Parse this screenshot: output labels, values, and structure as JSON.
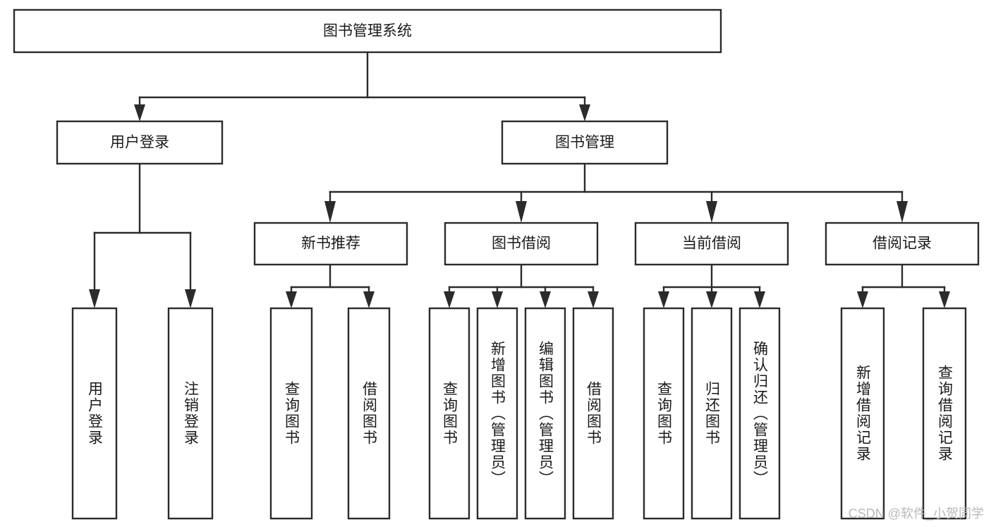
{
  "diagram": {
    "type": "tree-hierarchy-chart",
    "title_node": {
      "label": "图书管理系统"
    },
    "level2": [
      {
        "id": "user-login",
        "label": "用户登录"
      },
      {
        "id": "book-management",
        "label": "图书管理"
      }
    ],
    "level3": [
      {
        "id": "new-book-recommend",
        "label": "新书推荐",
        "parent": "book-management"
      },
      {
        "id": "book-borrow",
        "label": "图书借阅",
        "parent": "book-management"
      },
      {
        "id": "current-borrow",
        "label": "当前借阅",
        "parent": "book-management"
      },
      {
        "id": "borrow-record",
        "label": "借阅记录",
        "parent": "book-management"
      }
    ],
    "leaves": {
      "user-login": [
        {
          "id": "leaf-user-login",
          "label": "用户登录"
        },
        {
          "id": "leaf-user-logout",
          "label": "注销登录"
        }
      ],
      "new-book-recommend": [
        {
          "id": "leaf-query-book-1",
          "label": "查询图书"
        },
        {
          "id": "leaf-borrow-book-1",
          "label": "借阅图书"
        }
      ],
      "book-borrow": [
        {
          "id": "leaf-query-book-2",
          "label": "查询图书"
        },
        {
          "id": "leaf-add-book",
          "label": "新增图书（管理员）"
        },
        {
          "id": "leaf-edit-book",
          "label": "编辑图书（管理员）"
        },
        {
          "id": "leaf-borrow-book-2",
          "label": "借阅图书"
        }
      ],
      "current-borrow": [
        {
          "id": "leaf-query-book-3",
          "label": "查询图书"
        },
        {
          "id": "leaf-return-book",
          "label": "归还图书"
        },
        {
          "id": "leaf-confirm-return",
          "label": "确认归还（管理员）"
        }
      ],
      "borrow-record": [
        {
          "id": "leaf-add-record",
          "label": "新增借阅记录"
        },
        {
          "id": "leaf-query-record",
          "label": "查询借阅记录"
        }
      ]
    },
    "colors": {
      "stroke": "#2b2b2b",
      "fill": "#ffffff",
      "text": "#1a1a1a",
      "watermark": "#b8b8b8"
    }
  },
  "watermark": {
    "text": "CSDN @软件_小贺同学"
  }
}
